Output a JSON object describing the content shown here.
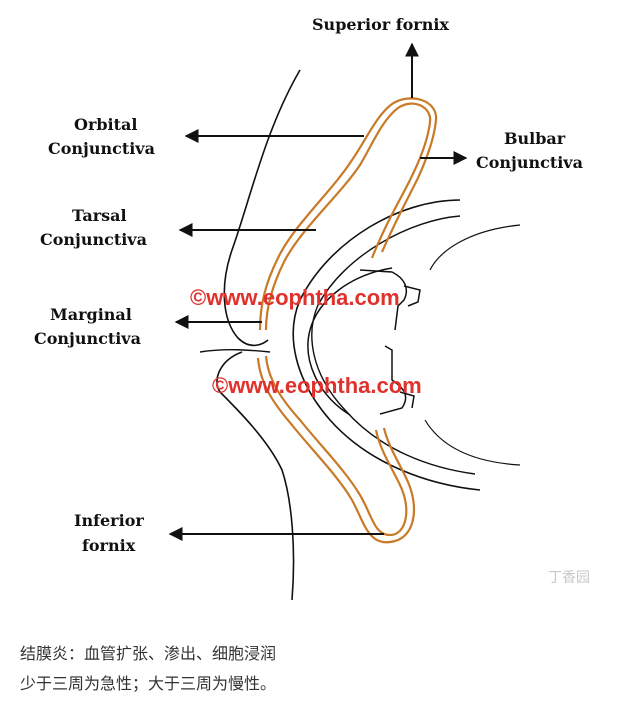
{
  "labels": {
    "superior_fornix": "Superior fornix",
    "orbital_1": "Orbital",
    "orbital_2": "Conjunctiva",
    "bulbar_1": "Bulbar",
    "bulbar_2": "Conjunctiva",
    "tarsal_1": "Tarsal",
    "tarsal_2": "Conjunctiva",
    "marginal_1": "Marginal",
    "marginal_2": "Conjunctiva",
    "inferior_1": "Inferior",
    "inferior_2": "fornix"
  },
  "watermark": {
    "text_1": "©www.eophtha.com",
    "text_2": "©www.eophtha.com",
    "brand": "丁香园"
  },
  "caption": {
    "line_1": "结膜炎：血管扩张、渗出、细胞浸润",
    "line_2": "少于三周为急性；大于三周为慢性。"
  },
  "colors": {
    "conjunctiva": "#c87a28",
    "watermark": "#e0312d",
    "line": "#111111"
  }
}
